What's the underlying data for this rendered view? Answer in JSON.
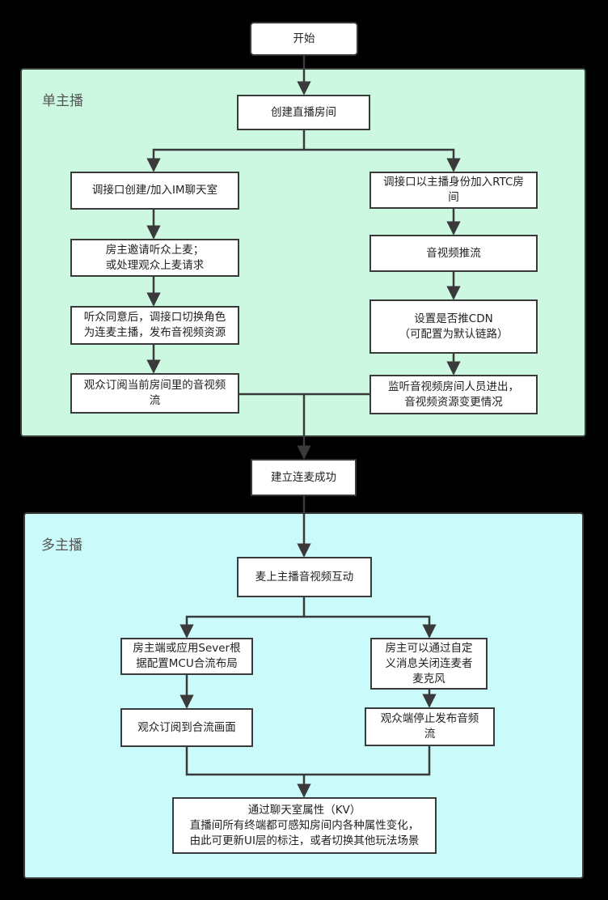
{
  "regions": {
    "single_host": "单主播",
    "multi_host": "多主播"
  },
  "nodes": {
    "start": "开始",
    "create_room": "创建直播房间",
    "join_im": "调接口创建/加入IM聊天室",
    "join_rtc": "调接口以主播身份加入RTC房\n间",
    "invite": "房主邀请听众上麦；\n或处理观众上麦请求",
    "push_stream": "音视频推流",
    "switch_role": "听众同意后，调接口切换角色\n为连麦主播，发布音视频资源",
    "cdn": "设置是否推CDN\n（可配置为默认链路）",
    "subscribe": "观众订阅当前房间里的音视频\n流",
    "monitor": "监听音视频房间人员进出，\n音视频资源变更情况",
    "connected": "建立连麦成功",
    "interact": "麦上主播音视频互动",
    "mcu": "房主端或应用Sever根\n据配置MCU合流布局",
    "mute": "房主可以通过自定\n义消息关闭连麦者\n麦克风",
    "watch_mixed": "观众订阅到合流画面",
    "stop_audio": "观众端停止发布音频\n流",
    "kv": "通过聊天室属性（KV）\n直播间所有终端都可感知房间内各种属性变化，\n由此可更新UI层的标注，或者切换其他玩法场景"
  },
  "colors": {
    "single_region_fill": "#ccf8e2",
    "multi_region_fill": "#cbfafa",
    "stroke": "#3a3a3a",
    "background": "#000000"
  }
}
